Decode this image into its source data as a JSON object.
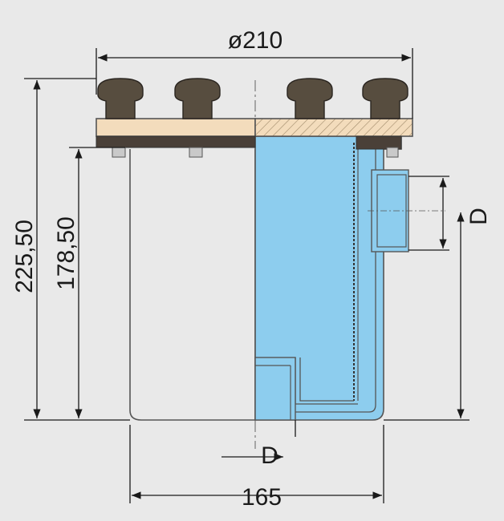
{
  "labels": {
    "top_width": "ø210",
    "overall_height": "225,50",
    "inner_height": "178,50",
    "right_port": "D",
    "bottom_port": "D",
    "bottom_width": "165"
  },
  "colors": {
    "background": "#e9e9e9",
    "water": "#8dcdee",
    "lid": "#f3dcbc",
    "knob": "#574d3f",
    "gasket": "#4a4038",
    "outline": "#555555",
    "dimension": "#1a1a1a"
  }
}
